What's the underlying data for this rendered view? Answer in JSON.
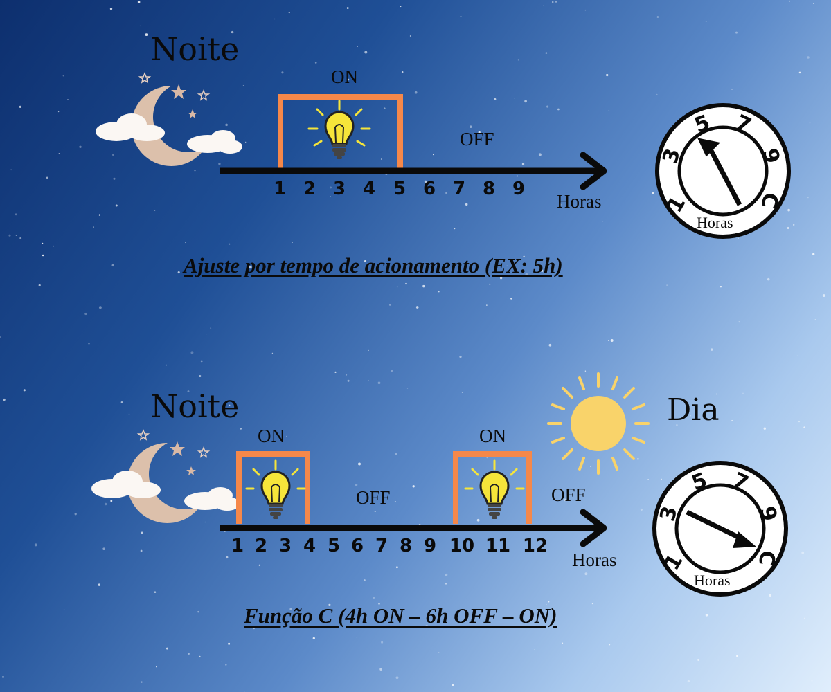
{
  "top": {
    "title": "Noite",
    "on_label": "ON",
    "off_label": "OFF",
    "axis_label": "Horas",
    "ticks": [
      "1",
      "2",
      "3",
      "4",
      "5",
      "6",
      "7",
      "8",
      "9"
    ],
    "dial_label": "Horas",
    "dial_numbers": [
      "1",
      "3",
      "5",
      "7",
      "9",
      "C"
    ],
    "caption": "Ajuste por tempo de acionamento (EX: 5h)"
  },
  "bottom": {
    "title": "Noite",
    "day_label": "Dia",
    "on_label_1": "ON",
    "on_label_2": "ON",
    "off_label_1": "OFF",
    "off_label_2": "OFF",
    "axis_label": "Horas",
    "ticks": [
      "1",
      "2",
      "3",
      "4",
      "5",
      "6",
      "7",
      "8",
      "9",
      "10",
      "11",
      "12"
    ],
    "dial_label": "Horas",
    "dial_numbers": [
      "1",
      "3",
      "5",
      "7",
      "9",
      "C"
    ],
    "caption": "Função C (4h ON – 6h OFF – ON)"
  },
  "colors": {
    "on_box": "#f5884a",
    "bulb": "#f6e53a",
    "sun": "#f9d36a",
    "moon": "#dcc0ab",
    "cloud": "#fbf7f3",
    "axis": "#0a0a0a"
  }
}
